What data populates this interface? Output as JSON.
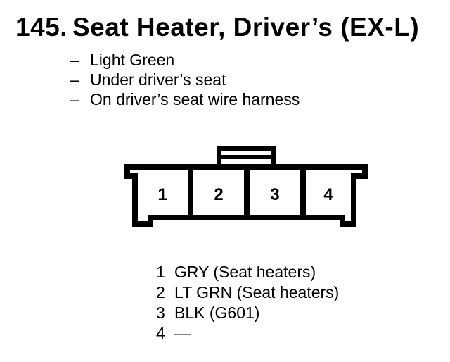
{
  "page": {
    "background": "#ffffff",
    "ink": "#000000"
  },
  "title": {
    "number": "145.",
    "text": "Seat Heater, Driver’s (EX-L)"
  },
  "notes": {
    "dash": "–",
    "items": [
      "Light Green",
      "Under driver’s seat",
      "On driver’s seat wire harness"
    ]
  },
  "connector": {
    "type": "4-cavity connector, front view with lock tab",
    "pins": [
      "1",
      "2",
      "3",
      "4"
    ]
  },
  "legend": {
    "rows": [
      {
        "pin": "1",
        "desc": "GRY (Seat heaters)"
      },
      {
        "pin": "2",
        "desc": "LT GRN (Seat heaters)"
      },
      {
        "pin": "3",
        "desc": "BLK (G601)"
      },
      {
        "pin": "4",
        "desc": "—"
      }
    ]
  }
}
